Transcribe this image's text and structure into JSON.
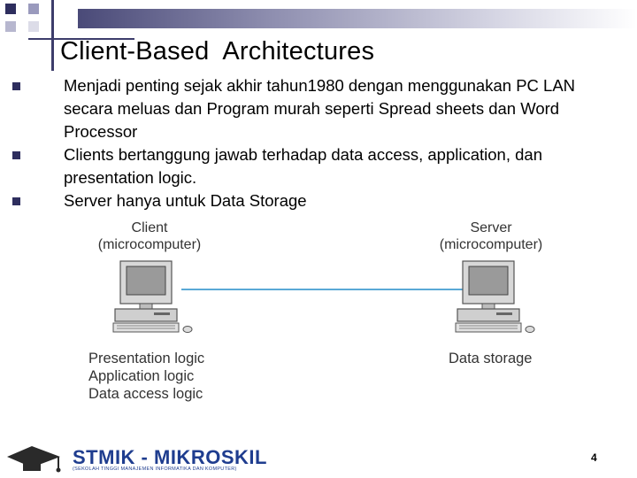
{
  "slide": {
    "title": "Client-Based  Architectures",
    "bullets": [
      "Menjadi  penting sejak akhir tahun1980 dengan menggunakan PC LAN secara meluas dan Program murah seperti Spread sheets dan Word Processor",
      "Clients bertanggung  jawab terhadap data access, application, dan presentation logic.",
      "Server hanya untuk Data Storage"
    ],
    "page_number": "4"
  },
  "diagram": {
    "client": {
      "title": "Client",
      "subtitle": "(microcomputer)",
      "roles": [
        "Presentation logic",
        "Application logic",
        "Data access logic"
      ]
    },
    "server": {
      "title": "Server",
      "subtitle": "(microcomputer)",
      "roles": [
        "Data storage"
      ]
    },
    "link_color": "#5aa9d6"
  },
  "footer": {
    "logo_text": "STMIK - MIKROSKIL",
    "logo_subtext": "(SEKOLAH TINGGI MANAJEMEN INFORMATIKA DAN KOMPUTER)",
    "logo_icon": "graduation-cap-icon"
  },
  "colors": {
    "accent": "#2e2e5e",
    "logo_blue": "#1f3d8f"
  }
}
